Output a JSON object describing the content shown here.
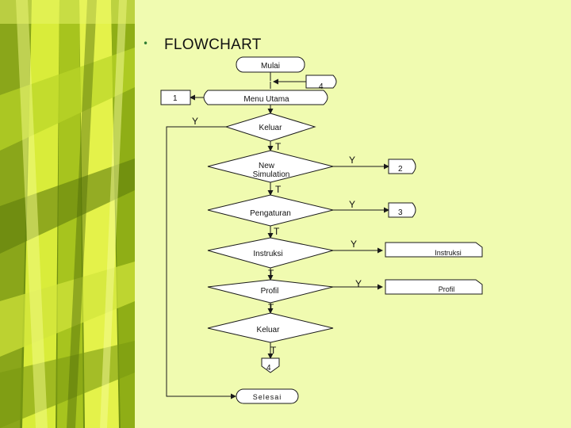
{
  "slide": {
    "bullet": "•",
    "title": "FLOWCHART"
  },
  "flowchart": {
    "start": "Mulai",
    "connector_top": "4",
    "connector_left": "1",
    "menu": "Menu Utama",
    "yes_left": "Y",
    "decision_exit": "Keluar",
    "no1": "T",
    "decision_new_line1": "New",
    "decision_new_line2": "Simulation",
    "yes_new": "Y",
    "connector_2": "2",
    "no2": "T",
    "decision_settings": "Pengaturan",
    "yes_settings": "Y",
    "connector_3": "3",
    "no3": "T",
    "decision_instructions": "Instruksi",
    "yes_instructions": "Y",
    "box_instructions": "Instruksi",
    "no4": "T",
    "decision_profile": "Profil",
    "yes_profile": "Y",
    "box_profile": "Profil",
    "no5": "T",
    "decision_exit2": "Keluar",
    "no6": "T",
    "connector_bottom": "4",
    "end": "Selesai"
  },
  "colors": {
    "background": "#f0fbb0",
    "line": "#1a1a1a",
    "shape_fill": "#ffffff"
  }
}
